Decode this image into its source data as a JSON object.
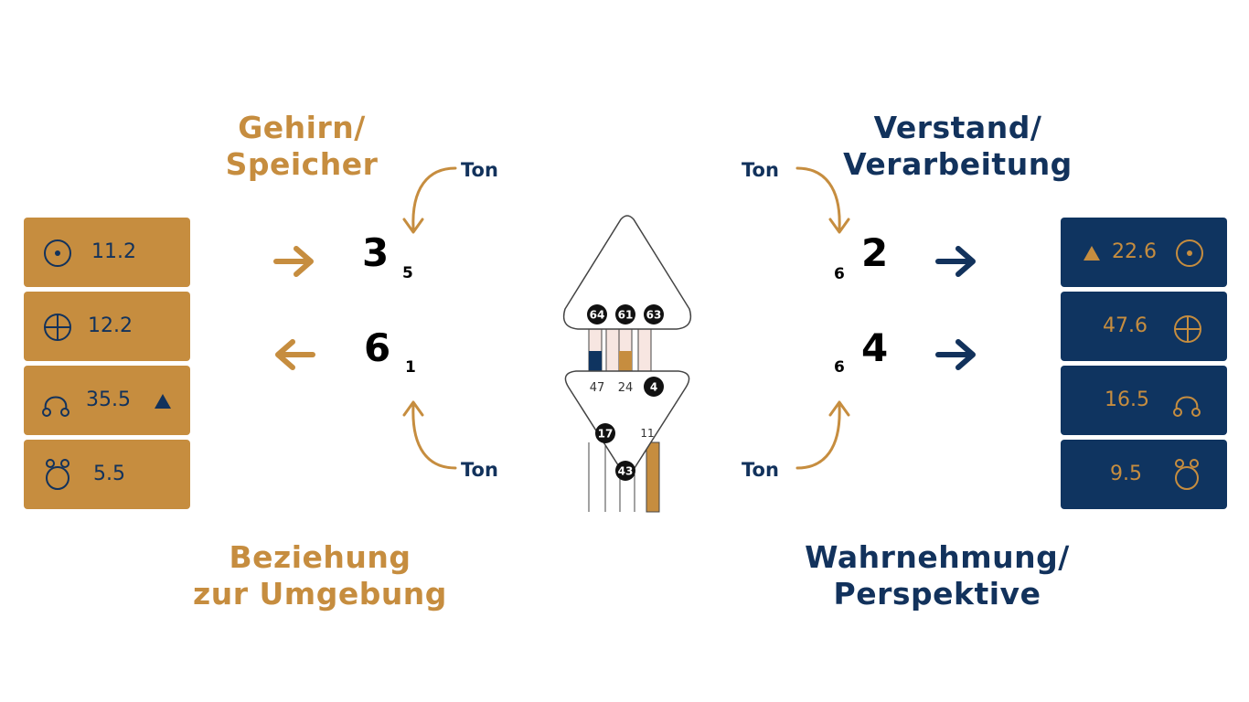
{
  "headings": {
    "top_left": [
      "Gehirn/",
      "Speicher"
    ],
    "bottom_left": [
      "Beziehung",
      "zur Umgebung"
    ],
    "top_right": [
      "Verstand/",
      "Verarbeitung"
    ],
    "bottom_right": [
      "Wahrnehmung/",
      "Perspektive"
    ]
  },
  "ton_label": "Ton",
  "left_panels": [
    {
      "value": "11.2",
      "icon": "dot-circle-icon"
    },
    {
      "value": "12.2",
      "icon": "crosshair-circle-icon"
    },
    {
      "value": "35.5",
      "icon": "headphones-icon",
      "badge": "triangle-up-icon"
    },
    {
      "value": "5.5",
      "icon": "ring-icon"
    }
  ],
  "right_panels": [
    {
      "value": "22.6",
      "icon": "dot-circle-icon",
      "badge": "triangle-up-icon"
    },
    {
      "value": "47.6",
      "icon": "crosshair-circle-icon"
    },
    {
      "value": "16.5",
      "icon": "headphones-icon"
    },
    {
      "value": "9.5",
      "icon": "ring-icon"
    }
  ],
  "left_numbers": [
    {
      "main": "3",
      "sub": "5"
    },
    {
      "main": "6",
      "sub": "1"
    }
  ],
  "right_numbers": [
    {
      "main": "2",
      "sub": "6"
    },
    {
      "main": "4",
      "sub": "6"
    }
  ],
  "bodygraph": {
    "head_gates": [
      "64",
      "61",
      "63"
    ],
    "ajna_gates": [
      "47",
      "24",
      "4",
      "17",
      "11",
      "43"
    ]
  },
  "colors": {
    "gold": "#C68D3F",
    "navy": "#0F3460",
    "text_navy": "#12325C"
  }
}
